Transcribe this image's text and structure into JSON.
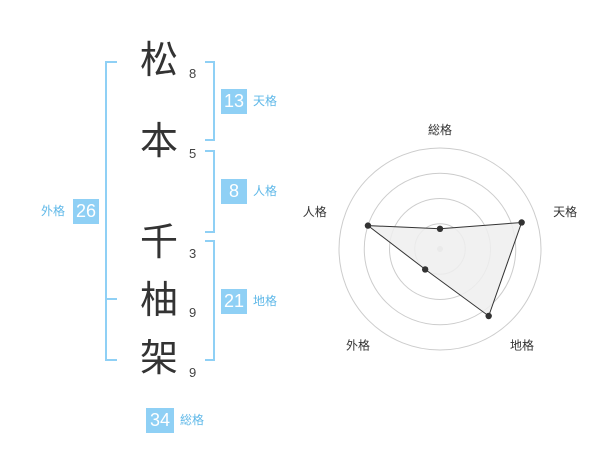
{
  "name": {
    "chars": [
      {
        "char": "松",
        "strokes": "8"
      },
      {
        "char": "本",
        "strokes": "5"
      },
      {
        "char": "千",
        "strokes": "3"
      },
      {
        "char": "柚",
        "strokes": "9"
      },
      {
        "char": "架",
        "strokes": "9"
      }
    ]
  },
  "fortunes": {
    "tenkaku": {
      "value": "13",
      "label": "天格"
    },
    "jinkaku": {
      "value": "8",
      "label": "人格"
    },
    "chikaku": {
      "value": "21",
      "label": "地格"
    },
    "gaikaku": {
      "value": "26",
      "label": "外格"
    },
    "soukaku": {
      "value": "34",
      "label": "総格"
    }
  },
  "colors": {
    "accent": "#8fd0f5",
    "label_text": "#5fb8e8",
    "kanji": "#333333"
  },
  "radar": {
    "axes": [
      "総格",
      "天格",
      "地格",
      "外格",
      "人格"
    ],
    "values": [
      0.2,
      0.85,
      0.82,
      0.25,
      0.75
    ],
    "rings": 4
  }
}
